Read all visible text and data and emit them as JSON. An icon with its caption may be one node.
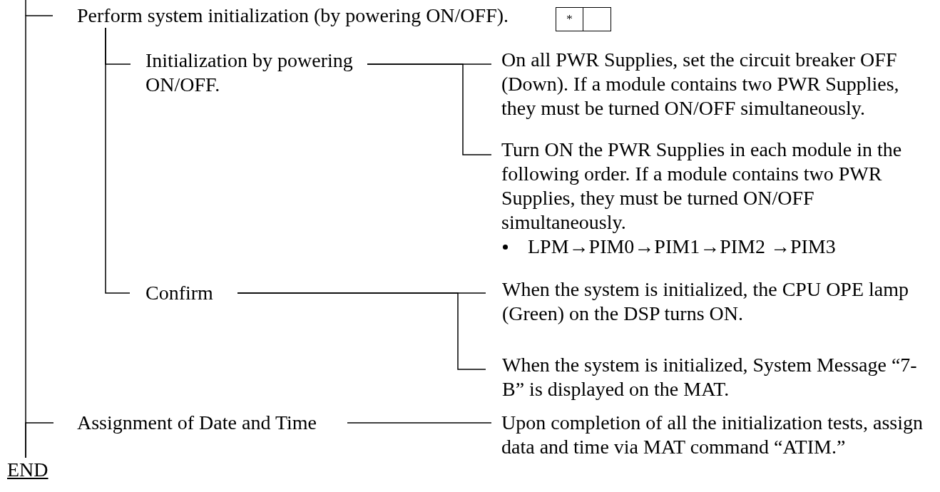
{
  "diagram": {
    "nodes": [
      {
        "text": [
          "Perform system initialization (by powering ON/OFF)."
        ]
      },
      {
        "text": [
          "*"
        ]
      },
      {
        "text": [],
        "shape": "box"
      },
      {
        "text": [
          "Initialization by powering ON/OFF."
        ]
      },
      {
        "text": [
          "On all PWR Supplies, set the circuit breaker OFF (Down). If a module contains two PWR Supplies, they must be turned ON/OFF simultaneously."
        ]
      },
      {
        "text": [
          "Turn ON the PWR Supplies in each module in the following order. If a module contains two PWR Supplies, they must be turned ON/OFF simultaneously.",
          "LPM→PIM0→PIM1→PIM2 →PIM3"
        ]
      },
      {
        "text": [
          "Confirm"
        ]
      },
      {
        "text": [
          "When the system is initialized, the CPU OPE lamp (Green) on the DSP turns ON."
        ]
      },
      {
        "text": [
          "When the system is initialized, System Message “7-B” is displayed on the MAT."
        ]
      },
      {
        "text": [
          "Assignment of Date and Time"
        ]
      },
      {
        "text": [
          "Upon completion of all the initialization tests, assign data and time via MAT command “ATIM.”"
        ]
      },
      {
        "text": [
          "END"
        ]
      }
    ],
    "edges": [
      {
        "from": 11,
        "to": 0,
        "arrow": "none"
      },
      {
        "from": 11,
        "to": 9,
        "arrow": "none"
      },
      {
        "from": 0,
        "to": 3,
        "arrow": "none"
      },
      {
        "from": 0,
        "to": 6,
        "arrow": "none"
      },
      {
        "from": 3,
        "to": 4,
        "arrow": "none"
      },
      {
        "from": 3,
        "to": 5,
        "arrow": "none"
      },
      {
        "from": 6,
        "to": 7,
        "arrow": "none"
      },
      {
        "from": 6,
        "to": 8,
        "arrow": "none"
      },
      {
        "from": 9,
        "to": 10,
        "arrow": "none"
      }
    ]
  }
}
